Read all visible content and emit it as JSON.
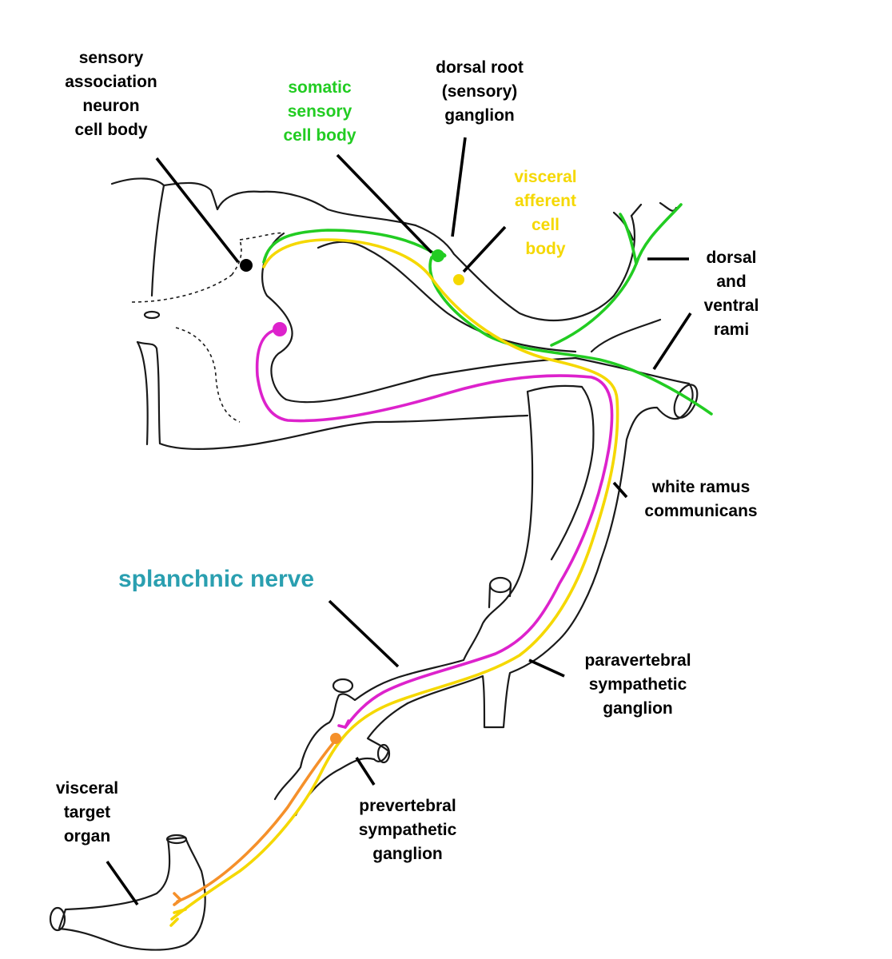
{
  "colors": {
    "outline": "#1a1a1a",
    "somatic": "#22cc22",
    "visceral_afferent": "#f5d800",
    "preganglionic": "#dd22cc",
    "postganglionic": "#f5902a",
    "splanchnic_label": "#2a9fb0",
    "label_black": "#000000"
  },
  "labels": {
    "sensory_association": "sensory\nassociation\nneuron\ncell body",
    "somatic_sensory": "somatic\nsensory\ncell body",
    "dorsal_root": "dorsal root\n(sensory)\nganglion",
    "visceral_afferent": "visceral\nafferent\ncell\nbody",
    "dorsal_ventral_rami": "dorsal\nand\nventral\nrami",
    "white_ramus": "white ramus\ncommunicans",
    "splanchnic_nerve": "splanchnic nerve",
    "paravertebral": "paravertebral\nsympathetic\nganglion",
    "prevertebral": "prevertebral\nsympathetic\nganglion",
    "visceral_target": "visceral\ntarget\norgan"
  }
}
